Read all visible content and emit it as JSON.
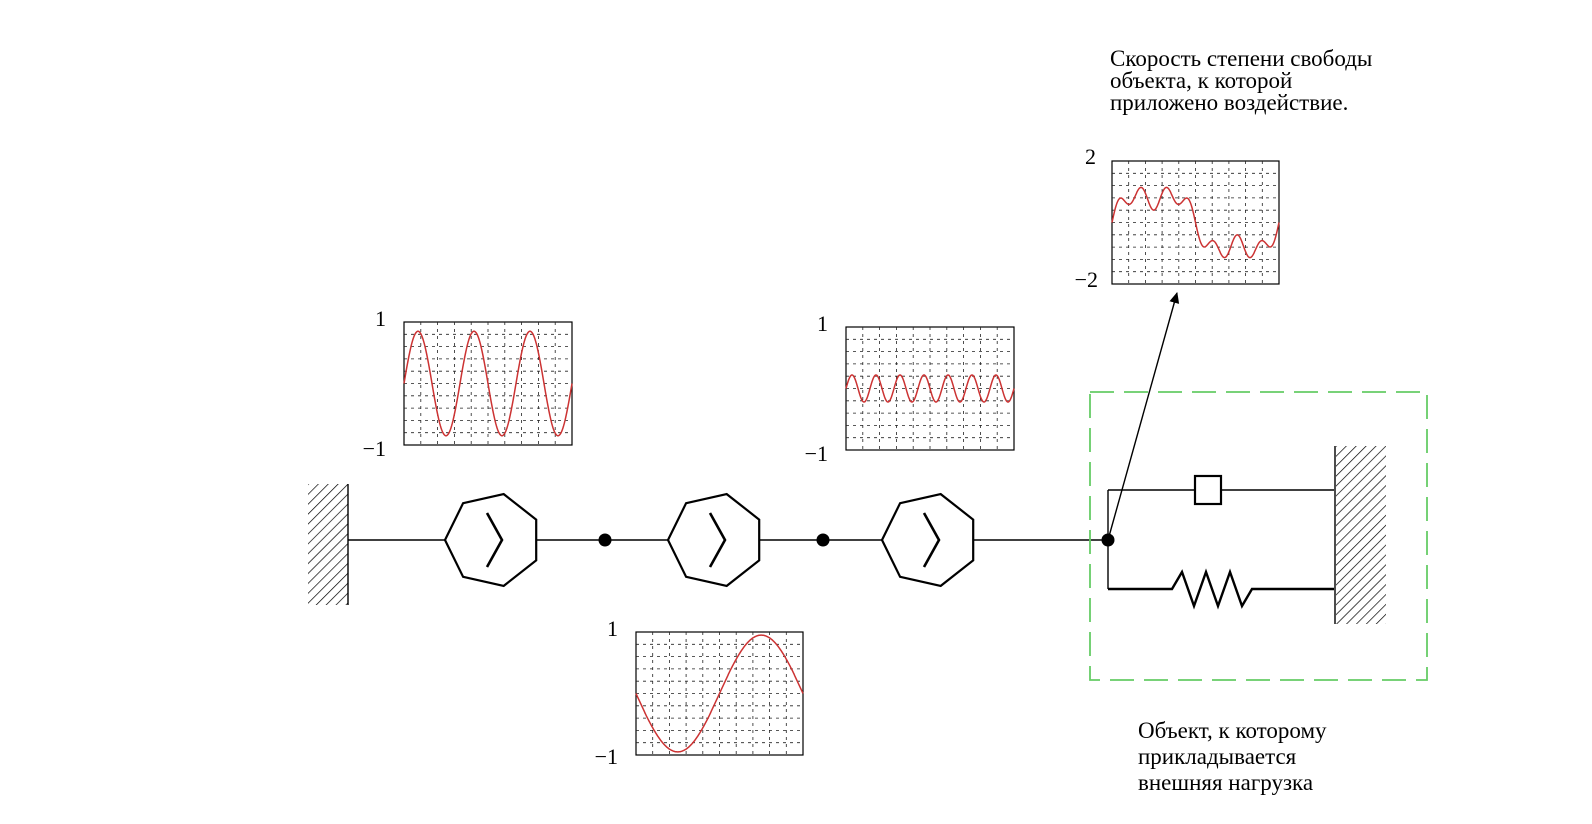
{
  "annotations": {
    "velocity_caption": [
      "Скорость степени свободы",
      "объекта, к которой",
      "приложено воздействие."
    ],
    "object_caption": [
      "Объект, к которому",
      "прикладывается",
      "внешняя нагрузка"
    ]
  },
  "colors": {
    "trace": "#cc3333",
    "object_frame": "#66cc66",
    "ink": "#000000"
  },
  "icons": {
    "wall": "hatched-wall-icon",
    "source": "heptagon-source-icon",
    "damper": "damper-icon",
    "spring": "spring-icon",
    "node": "node-dot-icon",
    "pointer": "arrow-icon"
  },
  "chart_data": [
    {
      "type": "line",
      "ylim": [
        -1,
        1
      ],
      "y_labels": {
        "top": "1",
        "bottom": "−1"
      },
      "signal": {
        "amplitude": 0.85,
        "cycles": 3,
        "phase": 0
      }
    },
    {
      "type": "line",
      "ylim": [
        -1,
        1
      ],
      "y_labels": {
        "top": "1",
        "bottom": "−1"
      },
      "signal": {
        "amplitude": 0.22,
        "cycles": 7,
        "phase": 0
      }
    },
    {
      "type": "line",
      "ylim": [
        -1,
        1
      ],
      "y_labels": {
        "top": "1",
        "bottom": "−1"
      },
      "signal": {
        "amplitude": 0.95,
        "cycles": 1,
        "phase": 0.5
      }
    },
    {
      "type": "line",
      "ylim": [
        -2,
        2
      ],
      "y_labels": {
        "top": "2",
        "bottom": "−2"
      },
      "signal": {
        "components": [
          {
            "amplitude": 1.0,
            "cycles": 1,
            "phase": 0
          },
          {
            "amplitude": 0.3,
            "cycles": 7,
            "phase": 0
          },
          {
            "amplitude": 0.3,
            "cycles": 3,
            "phase": 0
          }
        ]
      }
    }
  ]
}
